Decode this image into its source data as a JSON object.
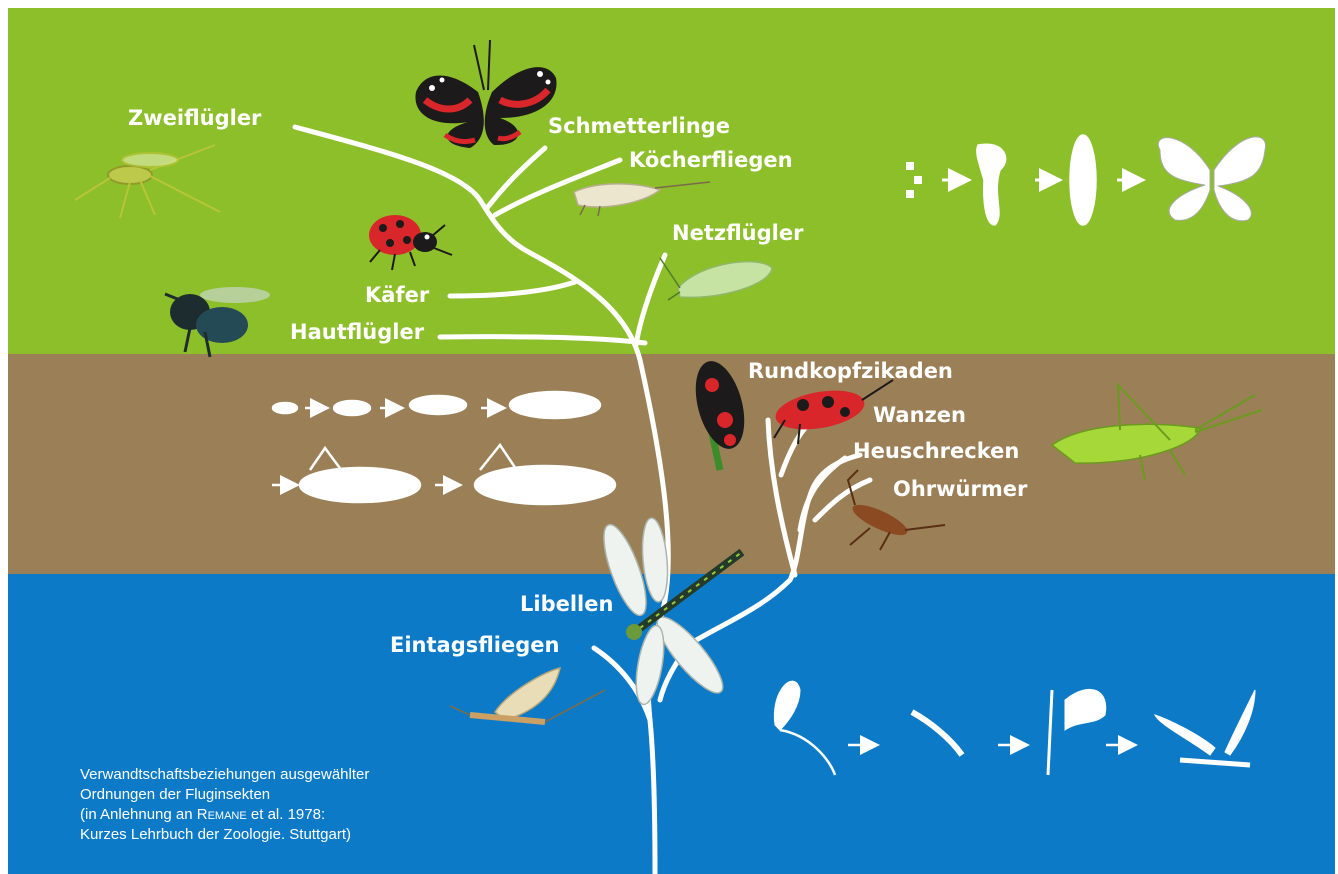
{
  "colors": {
    "green_band": "#8dbf2a",
    "brown_band": "#9b8057",
    "blue_band": "#0d7ac7",
    "tree_lines": "#ffffff"
  },
  "labels": {
    "zweifluegler": "Zweiflügler",
    "schmetterlinge": "Schmetterlinge",
    "koecherfliegen": "Köcherfliegen",
    "netzfluegler": "Netzflügler",
    "kaefer": "Käfer",
    "hautfluegler": "Hautflügler",
    "rundkopfzikaden": "Rundkopfzikaden",
    "wanzen": "Wanzen",
    "heuschrecken": "Heuschrecken",
    "ohrwuermer": "Ohrwürmer",
    "libellen": "Libellen",
    "eintagsfliegen": "Eintagsfliegen"
  },
  "caption": {
    "line1": "Verwandtschaftsbeziehungen ausgewählter",
    "line2": "Ordnungen der Fluginsekten",
    "line3_pre": "(in Anlehnung an ",
    "line3_author": "Remane",
    "line3_post": " et al. 1978:",
    "line4": "Kurzes Lehrbuch der Zoologie. Stuttgart)"
  },
  "illustrations": {
    "insects": [
      "mosquito",
      "red-admiral-butterfly",
      "caddisfly",
      "ladybird",
      "lacewing",
      "bee",
      "froghopper",
      "firebug",
      "grasshopper",
      "earwig",
      "dragonfly",
      "mayfly"
    ],
    "life_cycles": [
      "butterfly-metamorphosis",
      "grasshopper-development",
      "dragonfly-development"
    ]
  }
}
